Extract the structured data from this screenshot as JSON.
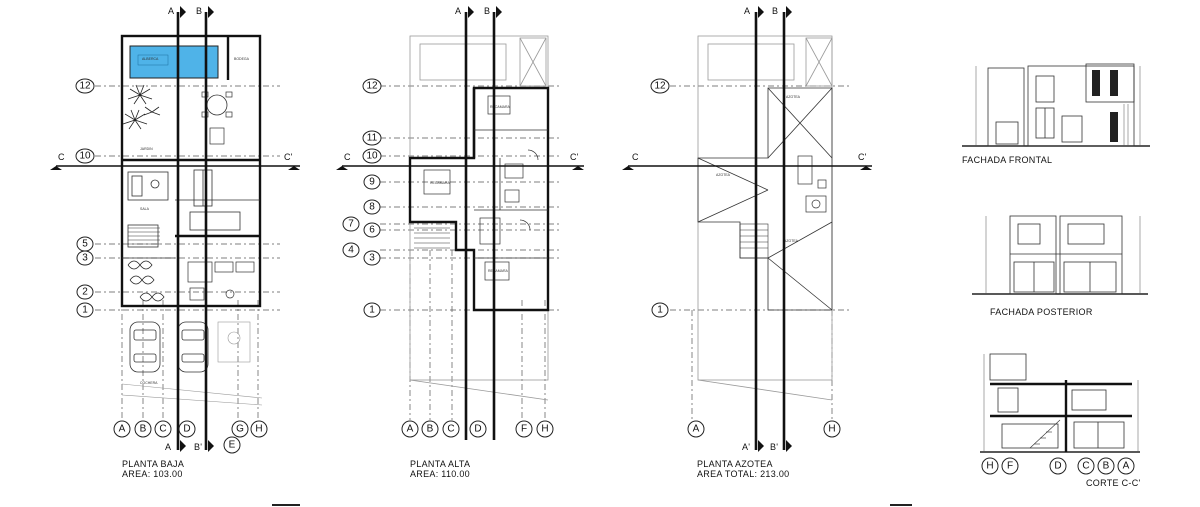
{
  "plans": [
    {
      "id": "planta-baja",
      "title": "PLANTA BAJA",
      "area": "AREA: 103.00",
      "grid_rows": [
        "12",
        "10",
        "5",
        "3",
        "2",
        "1"
      ],
      "grid_cols": [
        "A",
        "B",
        "C",
        "D",
        "E",
        "G",
        "H"
      ]
    },
    {
      "id": "planta-alta",
      "title": "PLANTA ALTA",
      "area": "AREA: 110.00",
      "grid_rows": [
        "12",
        "11",
        "10",
        "9",
        "8",
        "7",
        "6",
        "4",
        "3",
        "1"
      ],
      "grid_cols": [
        "A",
        "B",
        "C",
        "D",
        "F",
        "H"
      ]
    },
    {
      "id": "planta-azotea",
      "title": "PLANTA AZOTEA",
      "area": "AREA TOTAL: 213.00",
      "grid_rows": [
        "12",
        "1"
      ],
      "grid_cols": [
        "A",
        "H"
      ]
    }
  ],
  "section_marks": {
    "a": "A",
    "a_prime": "A'",
    "b": "B",
    "b_prime": "B'",
    "c": "C",
    "c_prime": "C'"
  },
  "elevations": [
    {
      "id": "fachada-frontal",
      "title": "FACHADA FRONTAL"
    },
    {
      "id": "fachada-posterior",
      "title": "FACHADA POSTERIOR"
    }
  ],
  "section": {
    "id": "corte-c",
    "title": "CORTE C-C'",
    "grid_cols": [
      "H",
      "F",
      "D",
      "C",
      "B",
      "A"
    ]
  },
  "colors": {
    "line": "#111111",
    "pool": "#4fb3e8",
    "background": "#ffffff"
  }
}
